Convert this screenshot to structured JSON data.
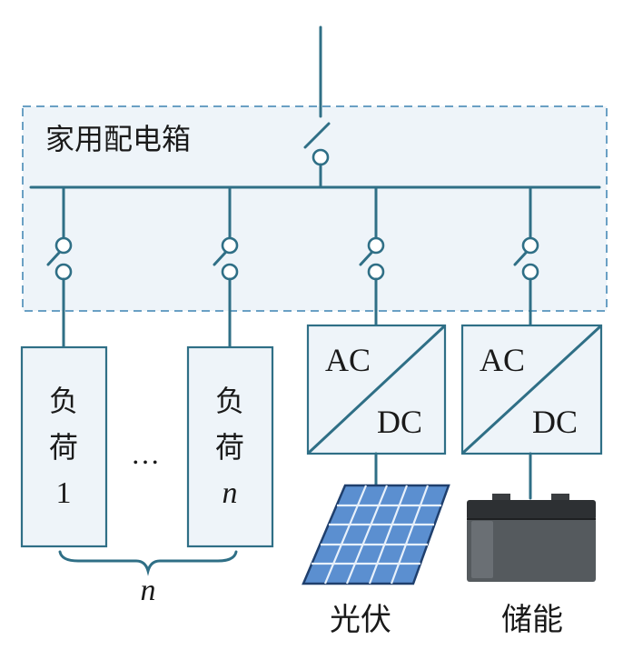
{
  "distribution_box": {
    "label": "家用配电箱"
  },
  "loads": [
    {
      "line1": "负",
      "line2": "荷",
      "index": "1"
    },
    {
      "line1": "负",
      "line2": "荷",
      "index": "n"
    }
  ],
  "ellipsis": "…",
  "brace_label": "n",
  "converters": [
    {
      "ac": "AC",
      "dc": "DC",
      "device": "光伏"
    },
    {
      "ac": "AC",
      "dc": "DC",
      "device": "储能"
    }
  ],
  "colors": {
    "line": "#2f6f86",
    "box_fill": "#eef4f9",
    "dash": "#6aa0c4",
    "panel_cell": "#5b8fd0",
    "battery": "#555a5e"
  },
  "icons": [
    "solar-panel-icon",
    "battery-icon"
  ]
}
